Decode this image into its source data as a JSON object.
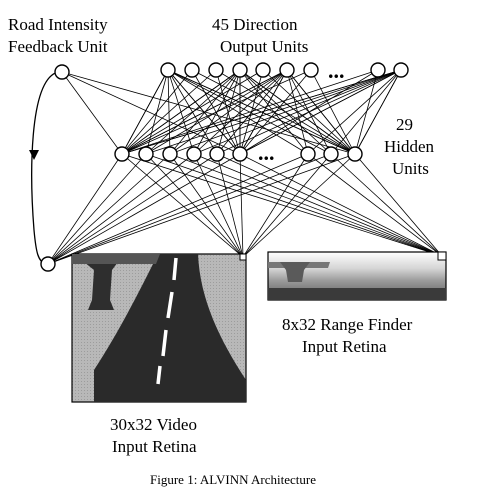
{
  "labels": {
    "feedback_line1": "Road Intensity",
    "feedback_line2": "Feedback Unit",
    "output_line1": "45 Direction",
    "output_line2": "Output Units",
    "hidden_line1": "29",
    "hidden_line2": "Hidden",
    "hidden_line3": "Units",
    "range_line1": "8x32 Range Finder",
    "range_line2": "Input Retina",
    "video_line1": "30x32 Video",
    "video_line2": "Input Retina",
    "output_ellipsis": "...",
    "hidden_ellipsis": "..."
  },
  "caption": "Figure 1: ALVINN Architecture",
  "colors": {
    "ink": "#000000",
    "video_background": "#b8b8b8",
    "road": "#2a2a2a",
    "range_sky": "#e8e8e8",
    "range_ground": "#7a7a7a"
  }
}
